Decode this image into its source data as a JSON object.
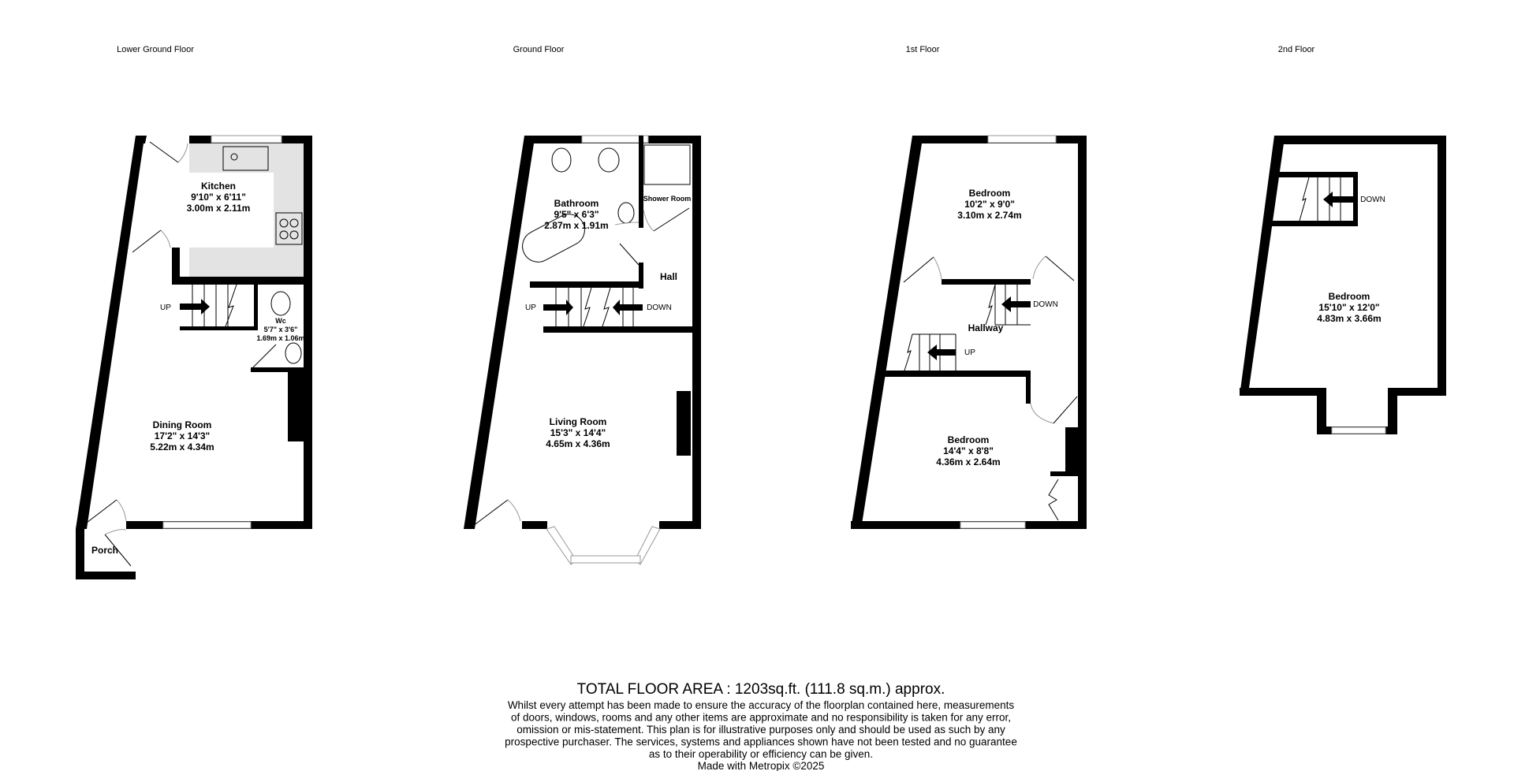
{
  "floors": [
    {
      "label": "Lower Ground Floor",
      "rooms": [
        {
          "name": "Kitchen",
          "imperial": "9'10\"  x 6'11\"",
          "metric": "3.00m  x 2.11m"
        },
        {
          "name": "Wc",
          "imperial": "5'7\"  x 3'6\"",
          "metric": "1.69m  x 1.06m"
        },
        {
          "name": "Dining Room",
          "imperial": "17'2\"  x 14'3\"",
          "metric": "5.22m  x 4.34m"
        },
        {
          "name": "Porch"
        }
      ],
      "stair_labels": [
        "UP"
      ]
    },
    {
      "label": "Ground Floor",
      "rooms": [
        {
          "name": "Bathroom",
          "imperial": "9'5\"  x 6'3\"",
          "metric": "2.87m  x 1.91m"
        },
        {
          "name": "Shower Room"
        },
        {
          "name": "Hall"
        },
        {
          "name": "Living Room",
          "imperial": "15'3\"  x 14'4\"",
          "metric": "4.65m  x 4.36m"
        }
      ],
      "stair_labels": [
        "UP",
        "DOWN"
      ]
    },
    {
      "label": "1st Floor",
      "rooms": [
        {
          "name": "Bedroom",
          "imperial": "10'2\"  x 9'0\"",
          "metric": "3.10m  x 2.74m"
        },
        {
          "name": "Hallway"
        },
        {
          "name": "Bedroom",
          "imperial": "14'4\"  x 8'8\"",
          "metric": "4.36m  x 2.64m"
        }
      ],
      "stair_labels": [
        "DOWN",
        "UP"
      ]
    },
    {
      "label": "2nd Floor",
      "rooms": [
        {
          "name": "Bedroom",
          "imperial": "15'10\"  x 12'0\"",
          "metric": "4.83m  x 3.66m"
        }
      ],
      "stair_labels": [
        "DOWN"
      ]
    }
  ],
  "footer": {
    "total_area": "TOTAL FLOOR AREA : 1203sq.ft. (111.8 sq.m.) approx.",
    "disclaimer": [
      "Whilst every attempt has been made to ensure the accuracy of the floorplan contained here, measurements",
      "of doors, windows, rooms and any other items are approximate and no responsibility is taken for any error,",
      "omission or mis-statement. This plan is for illustrative purposes only and should be used as such by any",
      "prospective purchaser. The services, systems and appliances shown have not been tested and no guarantee",
      "as to their operability or efficiency can be given."
    ],
    "credit": "Made with Metropix ©2025"
  },
  "colors": {
    "wall": "#000000",
    "kitchen_worktop": "#e3e3e3"
  }
}
